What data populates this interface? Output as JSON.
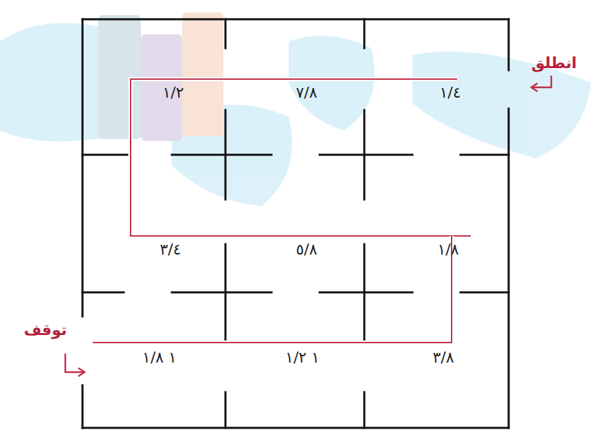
{
  "diagram": {
    "labels": [
      "انطلق",
      "١/٢",
      "٧/٨",
      "١/٤",
      "٣/٤",
      "٥/٨",
      "١/٨",
      "توقف",
      "١ ١/٨",
      "١ ١/٢",
      "٣/٨"
    ]
  }
}
